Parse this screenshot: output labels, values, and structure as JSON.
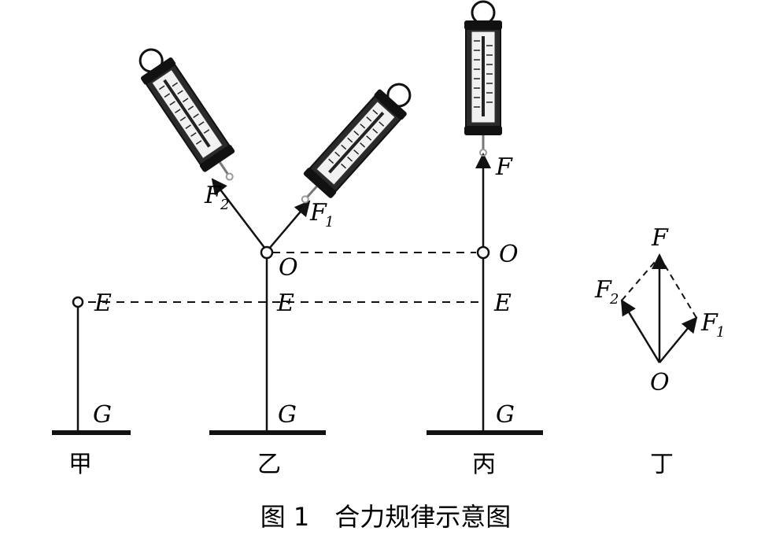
{
  "caption": "图 1　合力规律示意图",
  "panels": {
    "jia": {
      "name": "甲",
      "top_point": "E",
      "ground_point": "G"
    },
    "yi": {
      "name": "乙",
      "knot": "O",
      "mid_point": "E",
      "ground_point": "G",
      "force_left": "F",
      "force_left_sub": "2",
      "force_right": "F",
      "force_right_sub": "1"
    },
    "bing": {
      "name": "丙",
      "force": "F",
      "knot": "O",
      "mid_point": "E",
      "ground_point": "G"
    },
    "ding": {
      "name": "丁",
      "origin": "O",
      "resultant": "F",
      "f2": "F",
      "f2_sub": "2",
      "f1": "F",
      "f1_sub": "1"
    }
  },
  "icons": [
    "spring-scale-icon"
  ]
}
